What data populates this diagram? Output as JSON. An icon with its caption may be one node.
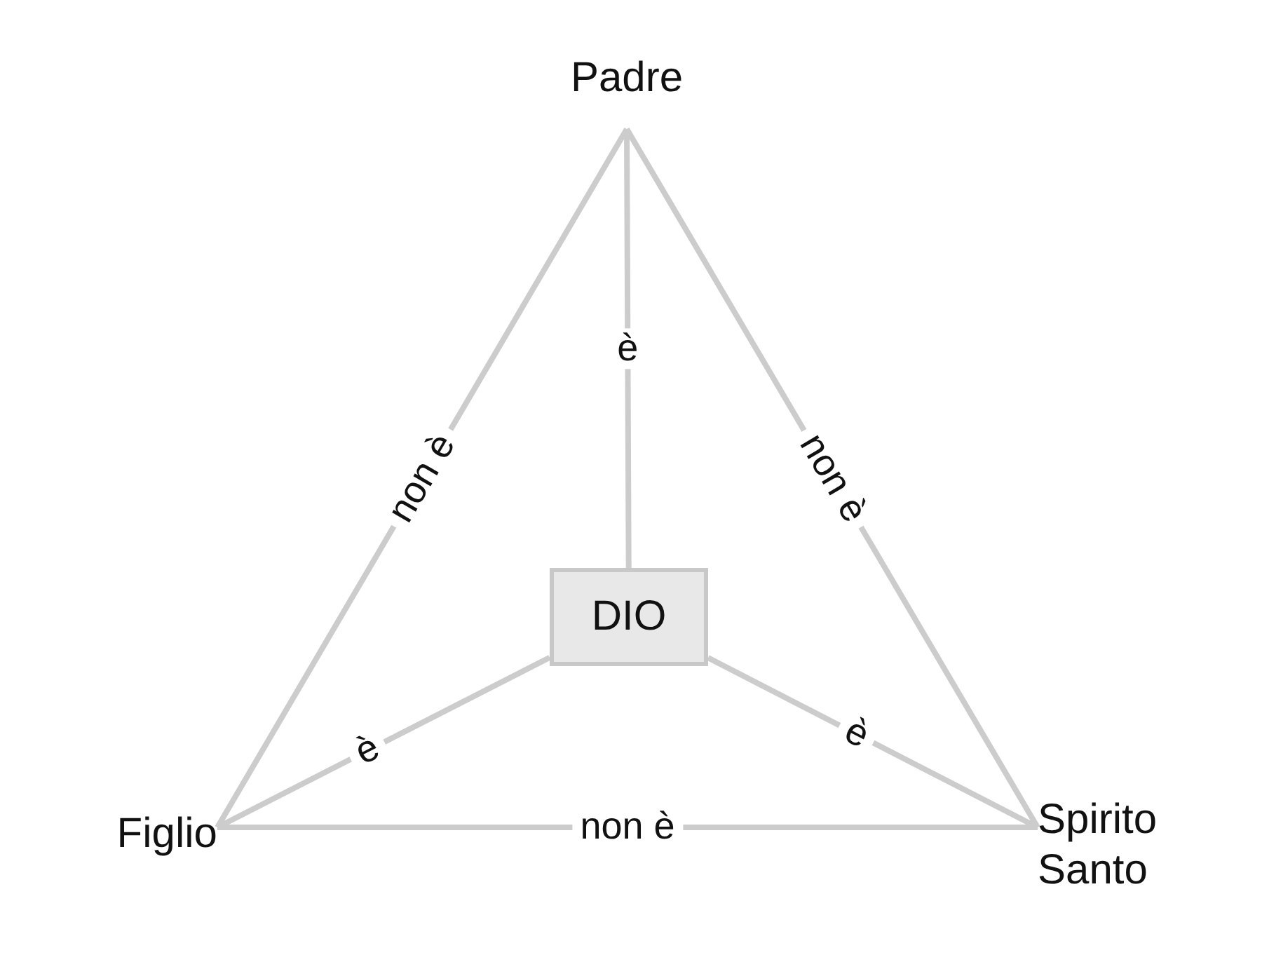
{
  "diagram": {
    "nodes": [
      {
        "text": [
          "Padre"
        ]
      },
      {
        "text": [
          "DIO"
        ]
      },
      {
        "text": [
          "Figlio"
        ]
      },
      {
        "text": [
          "Spirito Santo"
        ]
      }
    ],
    "edges": [
      {
        "from": 0,
        "to": 2,
        "arrow": "none",
        "label": "non è"
      },
      {
        "from": 0,
        "to": 3,
        "arrow": "none",
        "label": "non è"
      },
      {
        "from": 0,
        "to": 1,
        "arrow": "none",
        "label": "è"
      },
      {
        "from": 1,
        "to": 2,
        "arrow": "none",
        "label": "è"
      },
      {
        "from": 1,
        "to": 3,
        "arrow": "none",
        "label": "è"
      },
      {
        "from": 2,
        "to": 3,
        "arrow": "none",
        "label": "non è"
      }
    ]
  }
}
